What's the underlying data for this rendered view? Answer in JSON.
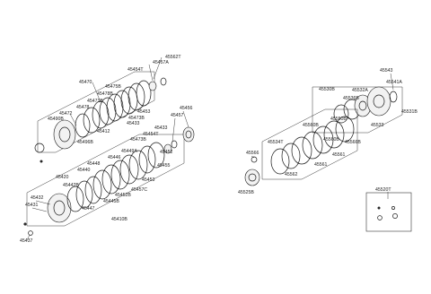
{
  "labels": {
    "p45562T": "45562T",
    "p45454T": "45454T",
    "p45457A": "45457A",
    "p45470": "45470",
    "p45475B": "45475B",
    "p45478B": "45478B",
    "p45471B": "45471B",
    "p45472": "45472",
    "p45478": "45478",
    "p45496B": "45496B",
    "p45490B": "45490B",
    "p45412": "45412",
    "p45453a": "45453",
    "p45473B": "45473B",
    "p45433a": "45433",
    "p45456": "45456",
    "p45457": "45457",
    "p45454T2": "45454T",
    "p45433b": "45433",
    "p45473B2": "45473B",
    "p45449A": "45449A",
    "p45446": "45446",
    "p45448": "45448",
    "p45440": "45440",
    "p45420": "45420",
    "p45442B": "45442B",
    "p45452": "45452",
    "p45455": "45455",
    "p45453b": "45453",
    "p45457C": "45457C",
    "p45452B": "45452B",
    "p45445B": "45445B",
    "p45447": "45447",
    "p45432": "45432",
    "p45431": "45431",
    "p45437": "45437",
    "p45410B": "45410B",
    "p45543": "45543",
    "p45530B": "45530B",
    "p45532A": "45532A",
    "p45541A": "45541A",
    "p45536B": "45536B",
    "p45531B": "45531B",
    "p45533": "45533",
    "p45550B": "45550B",
    "p45560B": "45560B",
    "p45534T": "45534T",
    "p45560B2": "45560B",
    "p45566B": "45566B",
    "p45561a": "45561",
    "p45561b": "45561",
    "p45562": "45562",
    "p45566": "45566",
    "p45525B": "45525B",
    "p45520T": "45520T"
  }
}
